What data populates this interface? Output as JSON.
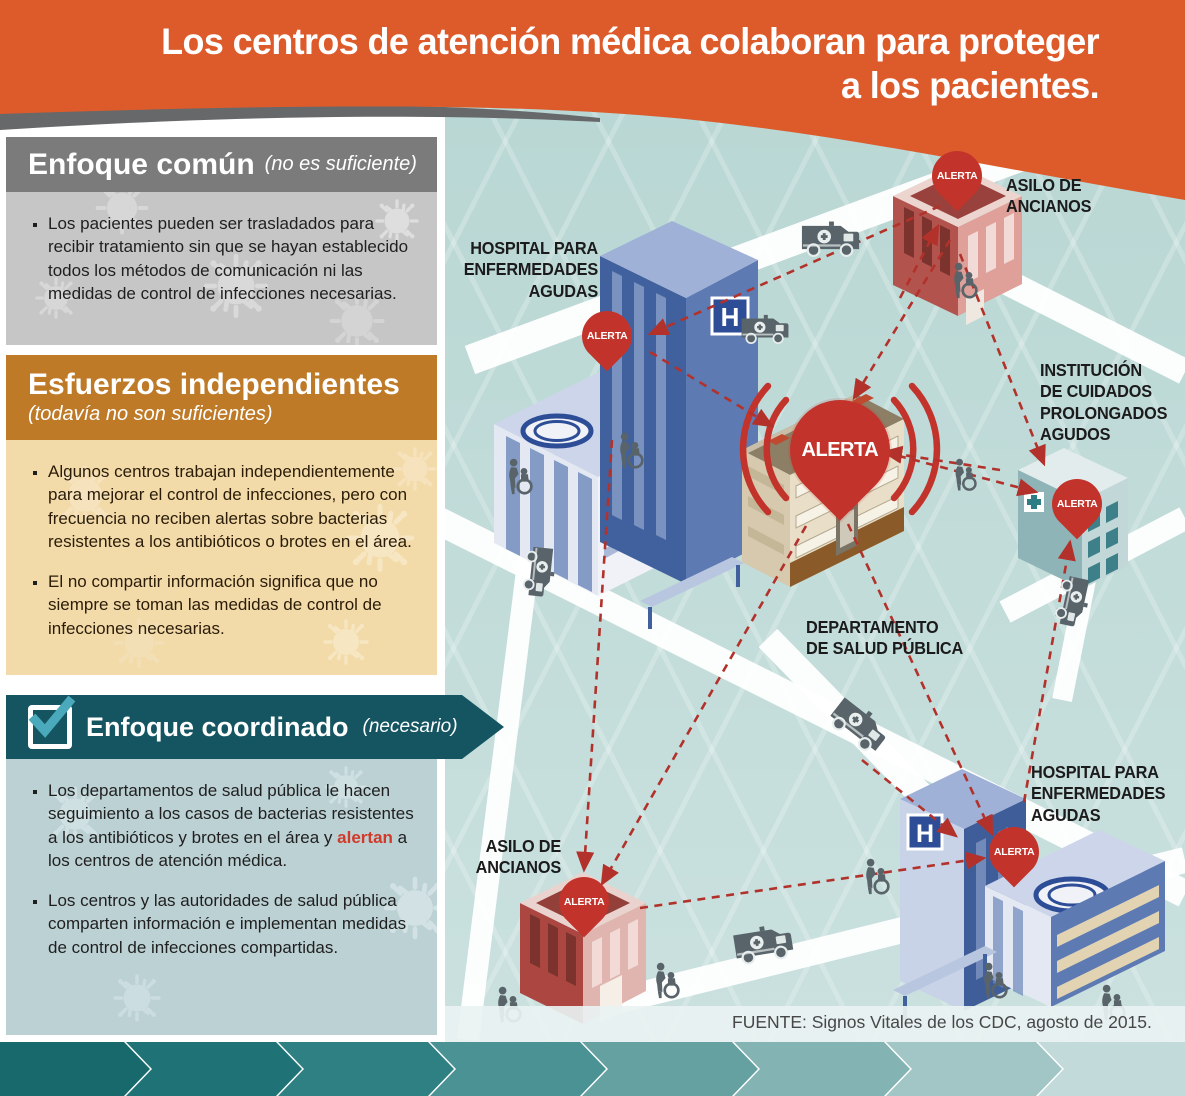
{
  "header": {
    "title_line1": "Los centros de atención médica colaboran para proteger",
    "title_line2": "a los pacientes."
  },
  "sections": {
    "comun": {
      "title": "Enfoque común",
      "qualifier": "(no es suficiente)",
      "bullets": {
        "b1": "Los pacientes pueden ser trasladados para recibir tratamiento sin que se hayan establecido todos los métodos de comunicación ni las medidas de control de infecciones necesarias."
      }
    },
    "independientes": {
      "title": "Esfuerzos independientes",
      "qualifier": "(todavía no son suficientes)",
      "bullets": {
        "b1": "Algunos centros trabajan independientemente para mejorar el control de infecciones, pero con frecuencia no reciben alertas sobre bacterias resistentes a los antibióticos o brotes en el área.",
        "b2": "El no compartir información significa que no siempre se toman las medidas de control de infecciones necesarias."
      }
    },
    "coordinado": {
      "title": "Enfoque coordinado",
      "qualifier": "(necesario)",
      "bullets": {
        "b1_pre": "Los departamentos de salud pública le hacen seguimiento a los casos de bacterias resistentes a los antibióticos y brotes en el área y ",
        "b1_highlight": "alertan",
        "b1_post": " a los centros de atención médica.",
        "b2": "Los centros y las autoridades de salud pública comparten información e implementan medidas de control de infecciones compartidas."
      }
    }
  },
  "map": {
    "alert_label": "ALERTA",
    "hospital_sign": "H",
    "facilities": {
      "hospital_top": "HOSPITAL PARA\nENFERMEDADES\nAGUDAS",
      "asilo_top": "ASILO DE\nANCIANOS",
      "institucion": "INSTITUCIÓN\nDE CUIDADOS\nPROLONGADOS\nAGUDOS",
      "salud_publica": "DEPARTAMENTO\nDE SALUD PÚBLICA",
      "asilo_bottom": "ASILO DE\nANCIANOS",
      "hospital_bottom": "HOSPITAL PARA\nENFERMEDADES\nAGUDAS"
    },
    "source": "FUENTE: Signos Vitales de los CDC, agosto de 2015."
  },
  "icons": {
    "checkbox": "checkbox-check-icon",
    "alert_pin": "alert-pin-icon",
    "ambulance": "ambulance-icon",
    "wheelchair_person": "wheelchair-person-icon",
    "germ": "germ-icon",
    "hospital_sign": "hospital-h-sign",
    "medical_cross": "medical-cross-icon",
    "helipad": "helipad-icon",
    "chevron": "chevron-arrow-icon"
  },
  "colors": {
    "header_orange": "#DD5B2B",
    "section_common_header": "#7B7B7B",
    "section_common_body": "#C6C6C6",
    "section_independent_header": "#BE7A27",
    "section_independent_body": "#F2DAA9",
    "section_coordinated_header": "#155561",
    "section_coordinated_body": "#BCD1D4",
    "alert_red": "#C2332B",
    "dashed_arrow_red": "#B2322B",
    "highlight_red": "#CF3A2A",
    "map_background": "#B9D7D4",
    "road_white": "#FFFFFF",
    "chevron_colors": [
      "#17696C",
      "#1F7376",
      "#2F8083",
      "#4B9294",
      "#66A1A2",
      "#84B3B3",
      "#A2C5C5",
      "#C3DADA"
    ]
  }
}
